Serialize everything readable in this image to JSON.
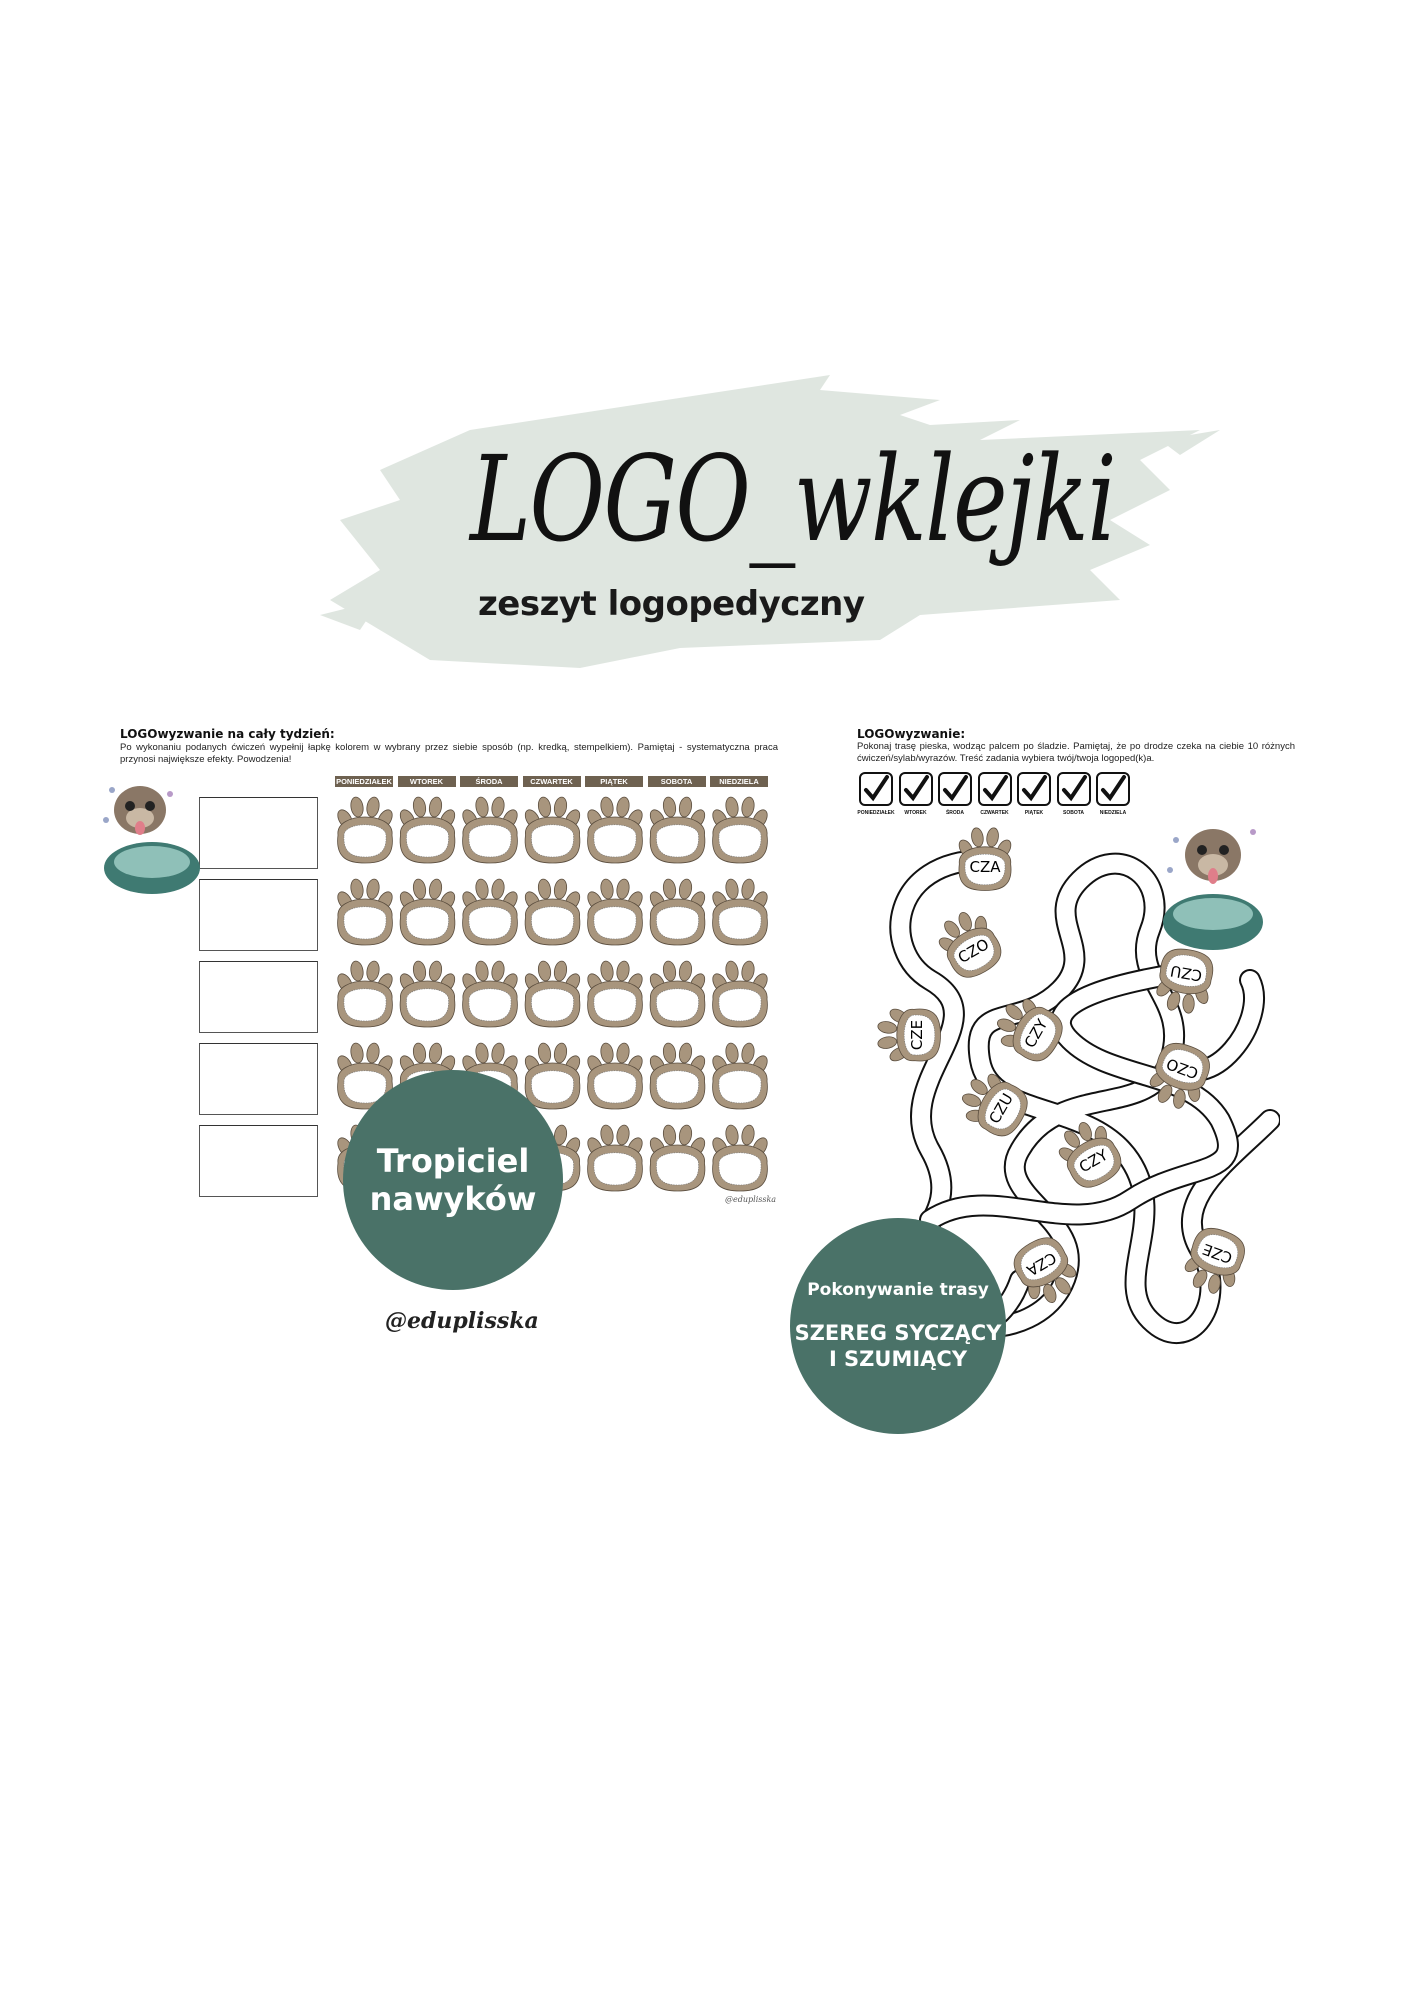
{
  "header": {
    "title": "LOGO_wklejki",
    "subtitle": "zeszyt logopedyczny"
  },
  "left_sheet": {
    "heading": "LOGOwyzwanie na cały tydzień:",
    "description": "Po wykonaniu podanych ćwiczeń wypełnij łapkę kolorem w wybrany przez siebie sposób (np. kredką, stempelkiem). Pamiętaj - systematyczna praca przynosi największe efekty. Powodzenia!",
    "days": [
      "PONIEDZIAŁEK",
      "WTOREK",
      "ŚRODA",
      "CZWARTEK",
      "PIĄTEK",
      "SOBOTA",
      "NIEDZIELA"
    ],
    "rows": 5,
    "watermark": "@eduplisska",
    "badge": {
      "line1": "Tropiciel",
      "line2": "nawyków"
    },
    "signature": "@eduplisska"
  },
  "right_sheet": {
    "heading": "LOGOwyzwanie:",
    "description": "Pokonaj trasę pieska, wodząc palcem po śladzie. Pamiętaj, że po drodze czeka na ciebie 10 różnych ćwiczeń/sylab/wyrazów. Treść zadania wybiera twój/twoja logoped(k)a.",
    "days": [
      "PONIEDZIAŁEK",
      "WTOREK",
      "ŚRODA",
      "CZWARTEK",
      "PIĄTEK",
      "SOBOTA",
      "NIEDZIELA"
    ],
    "syllables": [
      "CZA",
      "CZO",
      "CZU",
      "CZY",
      "CZE",
      "CZO",
      "CZU",
      "CZY",
      "CZA",
      "CZE"
    ],
    "badge": {
      "line1": "Pokonywanie trasy",
      "line2": "SZEREG SYCZĄCY",
      "line3": "I SZUMIĄCY"
    }
  },
  "colors": {
    "brush": "#dfe6e0",
    "badge": "#4a7268",
    "paw": "#8a7a66",
    "daybar": "#6e6150"
  }
}
